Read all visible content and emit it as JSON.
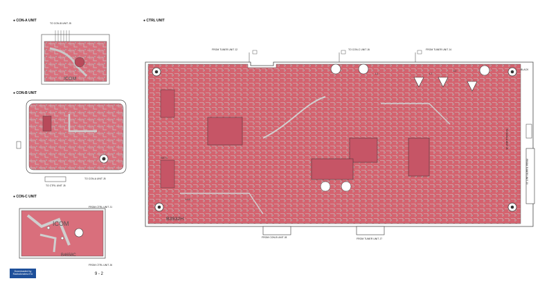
{
  "units": {
    "con_a": "● CON-A UNIT",
    "con_b": "● CON-B UNIT",
    "con_c": "● CON-C UNIT",
    "ctrl": "● CTRL UNIT"
  },
  "board_marks": {
    "icom_a": "ICOM",
    "icom_c": "ICOM",
    "ctrl_id": "B3932H",
    "con_c_id": "B4658C",
    "set1": "SET1",
    "l44": "L44",
    "l1": "L1",
    "l7": "L7",
    "l2": "L2",
    "black": "BLACK"
  },
  "connectors": {
    "to_con_b_unit_j5": "TO CON-B UNIT J5",
    "from_tuner_unit_j2": "FROM TUNER UNIT J2",
    "to_con_c_unit_j6": "TO CON-C UNIT J6",
    "from_tuner_unit_j4": "FROM TUNER UNIT J4",
    "to_con_a_unit_j5": "TO CON-A UNIT J5",
    "to_ctrl_unit_j5": "TO CTRL UNIT J5",
    "from_ctrl_unit_j1": "FROM CTRL UNIT J1",
    "from_ctrl_unit_j6": "FROM CTRL UNIT J6",
    "from_con_b_unit_j8": "FROM CON-B UNIT J8",
    "from_tuner_unit_j7": "FROM TUNER UNIT J7",
    "from_tuner_unit_j3": "FROM TUNER UNIT J3"
  },
  "page_number": "9 - 2",
  "downloaded_by": "Downloaded by RadioAmateur.EU",
  "colors": {
    "board": "#d96f7c",
    "board_dark": "#c65566",
    "trace_light": "#cfcfcf",
    "outline": "#333333",
    "badge": "#1d4f9a"
  }
}
